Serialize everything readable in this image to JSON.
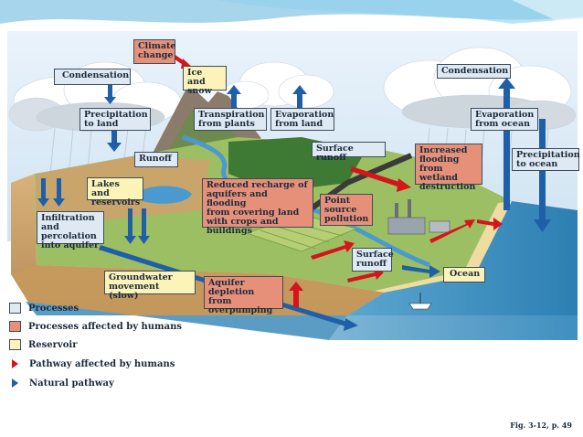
{
  "labels": {
    "climate_change": "Climate\nchange",
    "condensation_left": "Condensation",
    "ice_and_snow": "Ice and\nsnow",
    "condensation_right": "Condensation",
    "precipitation_to_land": "Precipitation\nto land",
    "transpiration_from_plants": "Transpiration\nfrom plants",
    "evaporation_from_land": "Evaporation\nfrom land",
    "evaporation_from_ocean": "Evaporation\nfrom ocean",
    "runoff": "Runoff",
    "surface_runoff_top": "Surface runoff",
    "increased_flooding": "Increased\nflooding\nfrom wetland\ndestruction",
    "precipitation_to_ocean": "Precipitation\nto ocean",
    "lakes_and_reservoirs": "Lakes and\nreservoirs",
    "reduced_recharge": "Reduced recharge of\naquifers and flooding\nfrom covering land\nwith crops and\nbuildings",
    "point_source_pollution": "Point\nsource\npollution",
    "infiltration": "Infiltration\nand percolation\ninto aquifer",
    "surface_runoff_bottom": "Surface\nrunoff",
    "groundwater_movement": "Groundwater\nmovement (slow)",
    "aquifer_depletion": "Aquifer\ndepletion from\noverpumping",
    "ocean": "Ocean"
  },
  "legend": {
    "processes": "Processes",
    "processes_affected": "Processes affected by humans",
    "reservoir": "Reservoir",
    "pathway_humans": "Pathway affected by humans",
    "natural_pathway": "Natural pathway"
  },
  "colors": {
    "process": "#dfe9f3",
    "human_process": "#e6907a",
    "reservoir": "#fbf3b8",
    "human_arrow": "#d6141c",
    "natural_arrow": "#1f5fa8"
  },
  "caption": "Fig. 3-12, p. 49"
}
